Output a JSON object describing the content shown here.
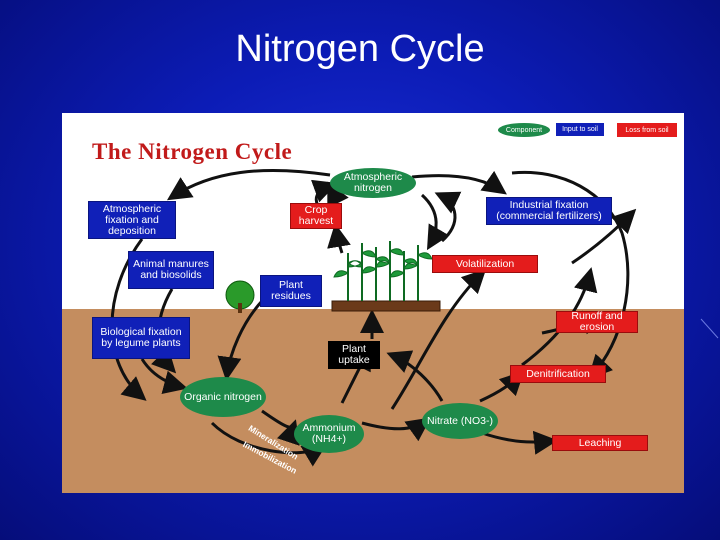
{
  "slide": {
    "title": "Nitrogen Cycle"
  },
  "diagram": {
    "title": "The Nitrogen Cycle",
    "legend": {
      "component": "Component",
      "input": "Input to soil",
      "loss": "Loss from soil"
    },
    "nodes": {
      "atmospheric_nitrogen": "Atmospheric nitrogen",
      "atmospheric_fixation": "Atmospheric fixation and deposition",
      "crop_harvest": "Crop harvest",
      "industrial_fixation": "Industrial fixation (commercial fertilizers)",
      "animal_manures": "Animal manures and biosolids",
      "volatilization": "Volatilization",
      "plant_residues": "Plant residues",
      "biological_fixation": "Biological fixation by legume plants",
      "runoff_erosion": "Runoff and erosion",
      "plant_uptake": "Plant uptake",
      "denitrification": "Denitrification",
      "organic_nitrogen": "Organic nitrogen",
      "ammonium": "Ammonium (NH4+)",
      "nitrate": "Nitrate (NO3-)",
      "leaching": "Leaching"
    },
    "process_labels": {
      "immobilization": "Immobilization",
      "mineralization": "Mineralization"
    },
    "colors": {
      "component": "#1e8a4a",
      "input": "#1020b8",
      "loss": "#e41c1c",
      "soil": "#c48d5f",
      "background": "#0c1cb6"
    }
  }
}
